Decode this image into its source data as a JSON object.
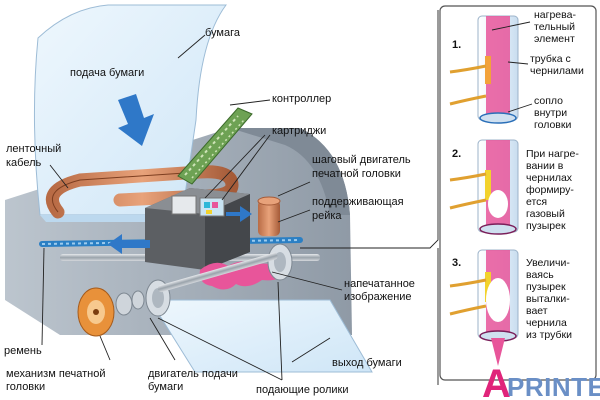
{
  "labels": {
    "paper": "бумага",
    "paper_feed": "подача бумаги",
    "controller": "контроллер",
    "cartridges": "картриджи",
    "ribbon_cable": [
      "ленточный",
      "кабель"
    ],
    "stepper_motor": [
      "шаговый двигатель",
      "печатной головки"
    ],
    "support_rail": [
      "поддерживающая",
      "рейка"
    ],
    "printed_image": [
      "напечатанное",
      "изображение"
    ],
    "belt": "ремень",
    "head_mechanism": [
      "механизм печатной",
      "головки"
    ],
    "feed_motor": [
      "двигатель подачи",
      "бумаги"
    ],
    "paper_out": "выход бумаги",
    "feed_rollers": "подающие ролики"
  },
  "steps": [
    {
      "number": "1.",
      "lines": [
        "нагрева-",
        "тельный",
        "элемент",
        "трубка с",
        "чернилами",
        "сопло",
        "внутри",
        "головки"
      ]
    },
    {
      "number": "2.",
      "lines": [
        "При нагре-",
        "вании в",
        "чернилах",
        "формиру-",
        "ется",
        "газовый",
        "пузырек"
      ]
    },
    {
      "number": "3.",
      "lines": [
        "Увеличи-",
        "ваясь",
        "пузырек",
        "выталки-",
        "вает",
        "чернила",
        "из трубки"
      ]
    }
  ],
  "logo": {
    "accent": "A",
    "rest": "PRINTER"
  },
  "colors": {
    "ink": "#e8559a",
    "heater": "#f2a23a",
    "paper": "#d8ecfa",
    "belt": "#2a7fc4",
    "printer_body": "#a9b4bf",
    "logo_blue": "#6a8fc6",
    "logo_pink": "#e0247a"
  }
}
